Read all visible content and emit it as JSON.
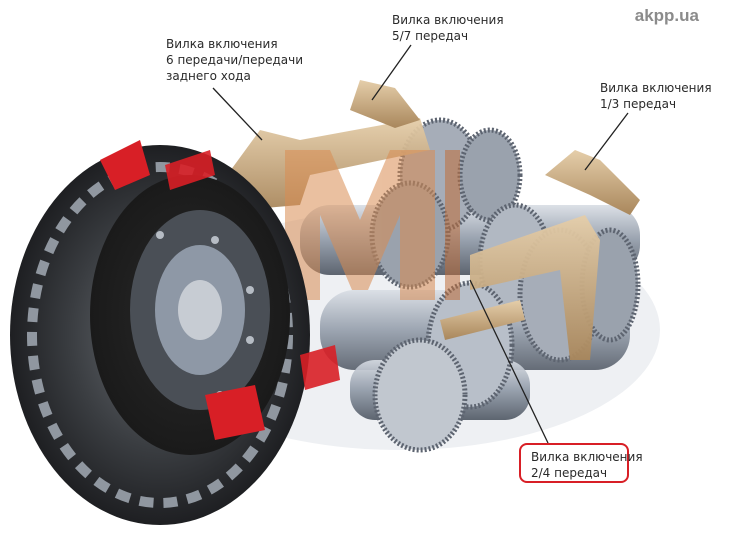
{
  "watermark": "akpp.ua",
  "labels": {
    "reverse_fork": [
      "Вилка включения",
      "6 передачи/передачи",
      "заднего хода"
    ],
    "fork_57": [
      "Вилка включения",
      "5/7 передач"
    ],
    "fork_13": [
      "Вилка включения",
      "1/3 передач"
    ],
    "fork_24": [
      "Вилка включения",
      "2/4 передач"
    ]
  },
  "colors": {
    "fork_tan": "#c9a77a",
    "highlight_red": "#d81f26",
    "gear_steel": "#8e98a6",
    "clutch_dark": "#3a3a3a",
    "logo_orange": "#d98c52"
  },
  "image_subject": "dual-clutch transmission cutaway"
}
